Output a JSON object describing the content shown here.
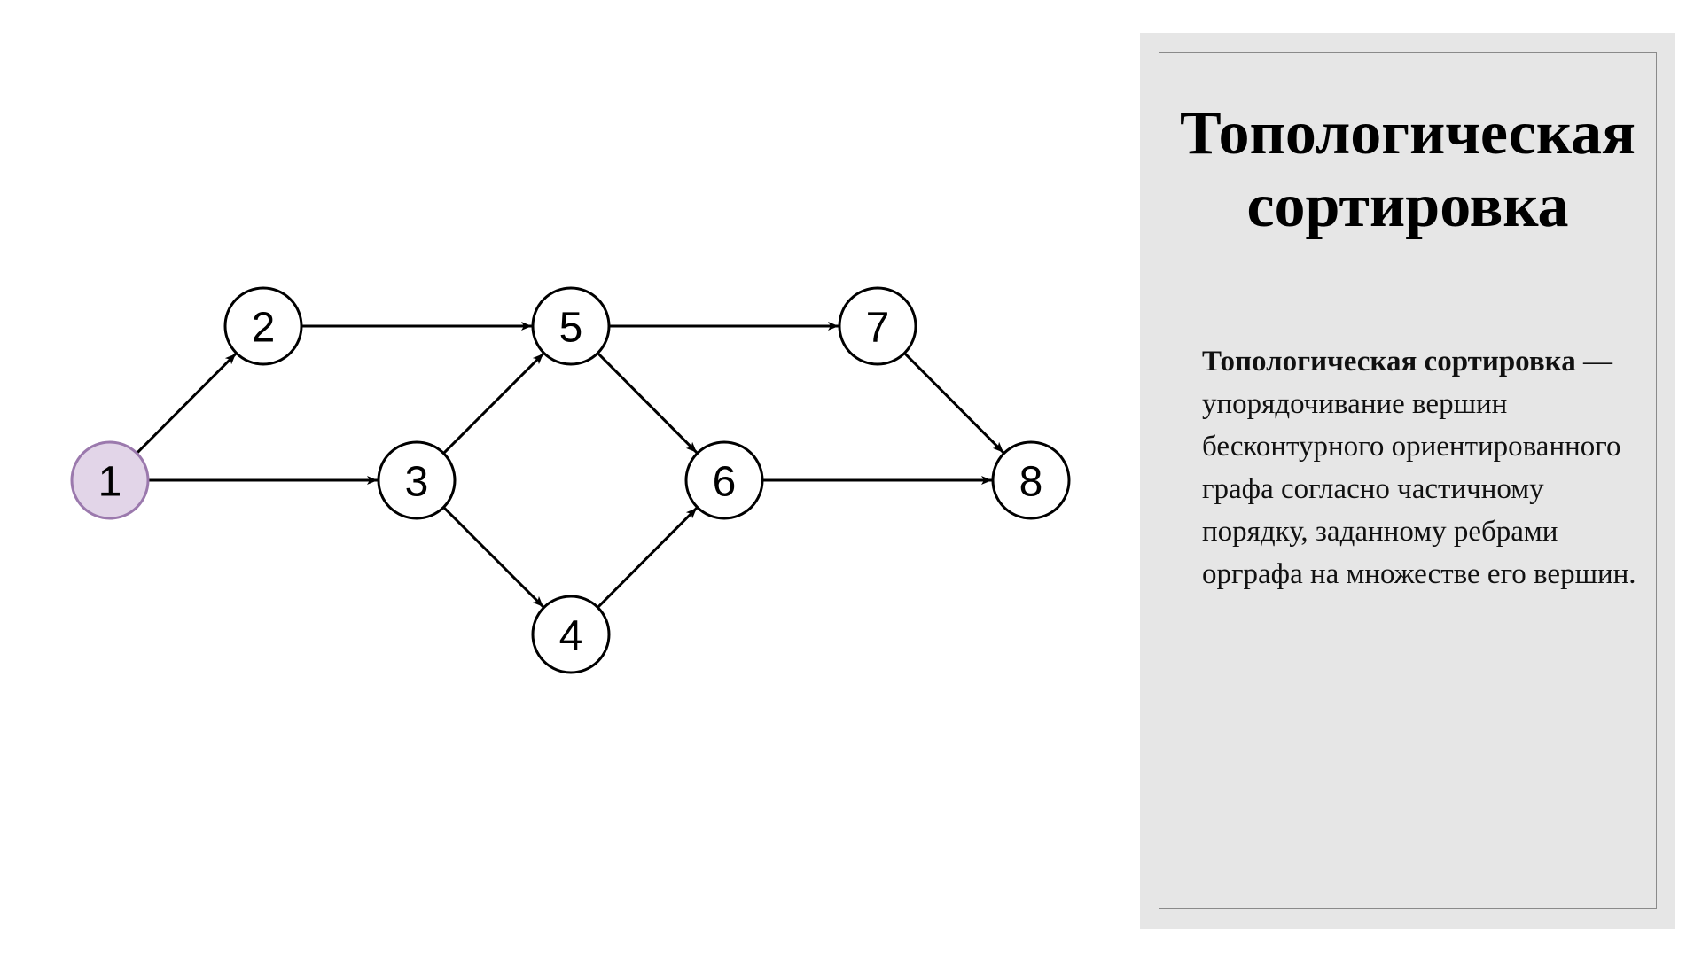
{
  "panel": {
    "title_line1": "Топологическая",
    "title_line2": "сортировка",
    "definition_term": "Топологическая сортировка",
    "definition_text": " — упорядочивание вершин бесконтурного ориентированного графа согласно частичному порядку, заданному ребрами орграфа на множестве его вершин."
  },
  "graph": {
    "highlight_color": "#e2d5e8",
    "highlight_stroke": "#9b79ad",
    "nodes": [
      {
        "id": "1",
        "label": "1",
        "highlighted": true
      },
      {
        "id": "2",
        "label": "2",
        "highlighted": false
      },
      {
        "id": "3",
        "label": "3",
        "highlighted": false
      },
      {
        "id": "4",
        "label": "4",
        "highlighted": false
      },
      {
        "id": "5",
        "label": "5",
        "highlighted": false
      },
      {
        "id": "6",
        "label": "6",
        "highlighted": false
      },
      {
        "id": "7",
        "label": "7",
        "highlighted": false
      },
      {
        "id": "8",
        "label": "8",
        "highlighted": false
      }
    ],
    "edges": [
      {
        "from": "1",
        "to": "2"
      },
      {
        "from": "1",
        "to": "3"
      },
      {
        "from": "2",
        "to": "5"
      },
      {
        "from": "3",
        "to": "5"
      },
      {
        "from": "3",
        "to": "4"
      },
      {
        "from": "5",
        "to": "7"
      },
      {
        "from": "5",
        "to": "6"
      },
      {
        "from": "4",
        "to": "6"
      },
      {
        "from": "6",
        "to": "8"
      },
      {
        "from": "7",
        "to": "8"
      }
    ]
  }
}
